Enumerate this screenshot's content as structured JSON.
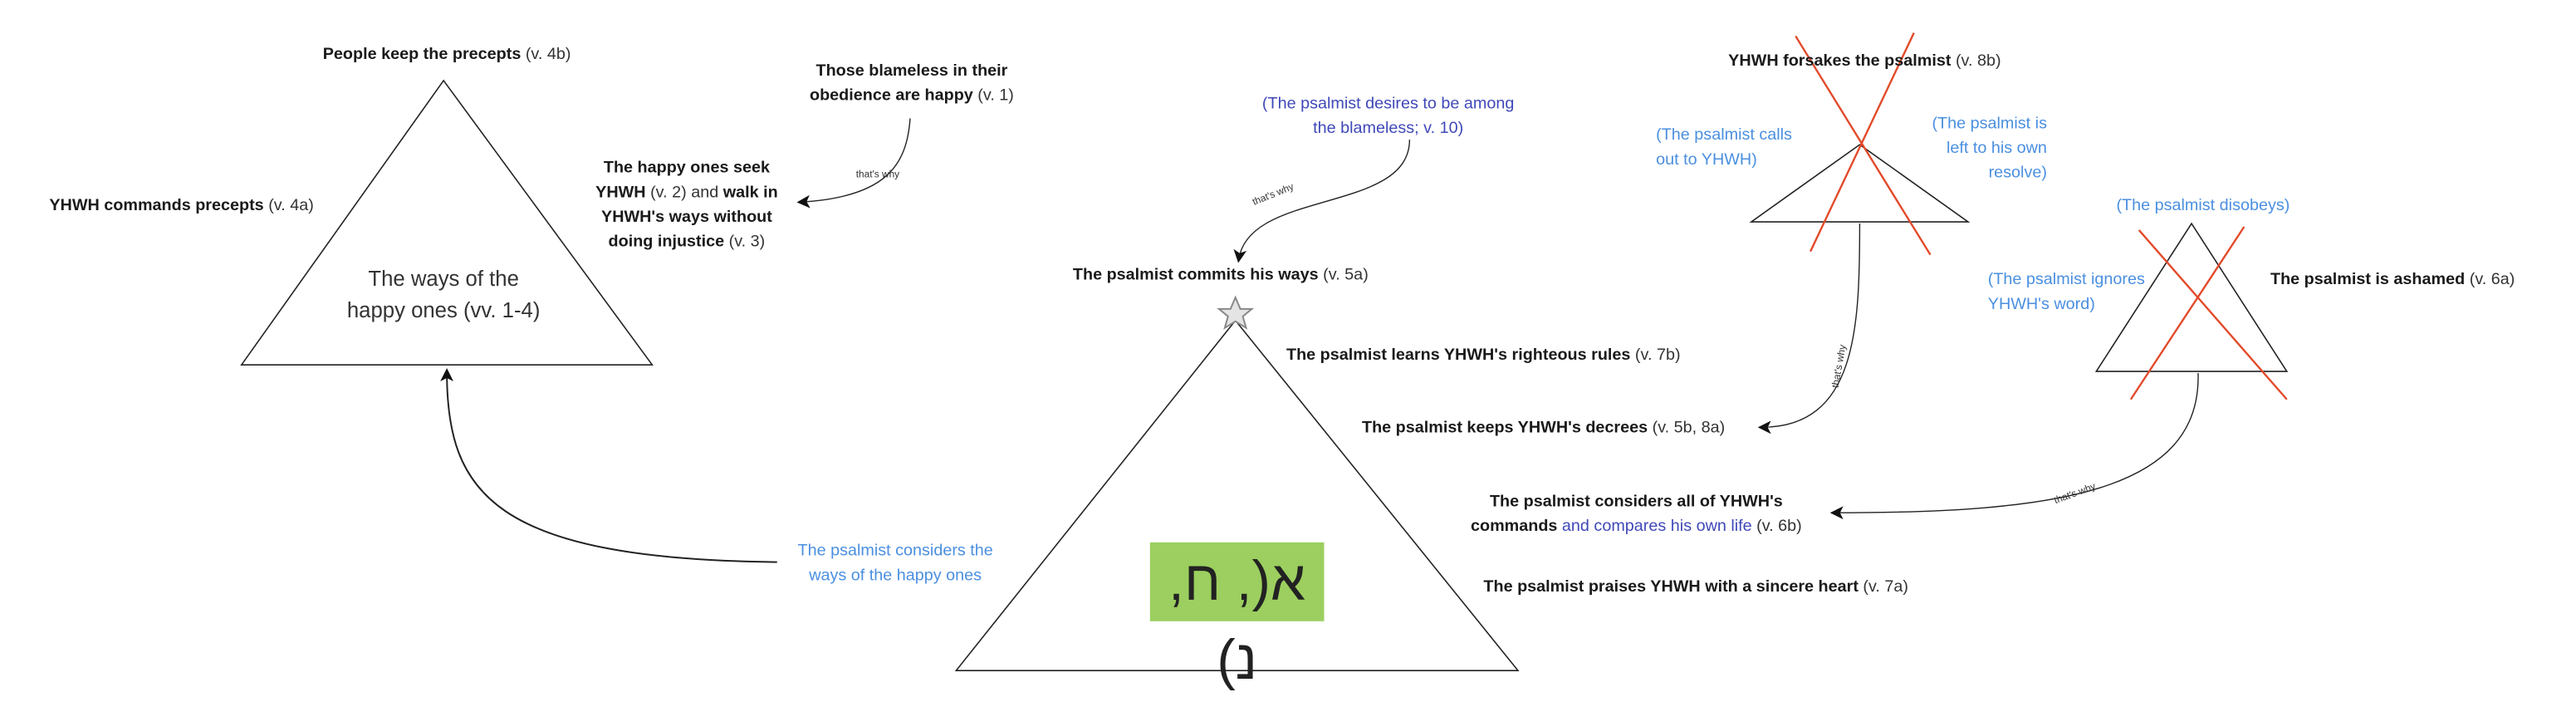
{
  "colors": {
    "accent_blue": "#4a8fe0",
    "dark_blue": "#3f48b8",
    "cross_red": "#e24a2a",
    "hebrew_bg": "#9ccf5f"
  },
  "connector_label": "that's why",
  "happy_ones": {
    "triangle_label_1": "The ways of the",
    "triangle_label_2": "happy ones (vv. 1-4)",
    "top": {
      "bold": "People keep the precepts",
      "ref": "(v. 4b)"
    },
    "left": {
      "bold": "YHWH commands precepts",
      "ref": "(v. 4a)"
    },
    "blameless": {
      "bold1": "Those blameless in their",
      "bold2": "obedience are happy",
      "ref": "(v. 1)"
    },
    "seek": {
      "l1": "The happy ones seek",
      "l2b": "YHWH",
      "l2n": "(v. 2) and",
      "l2b2": "walk in",
      "l3": "YHWH's ways without",
      "l4b": "doing injustice",
      "l4n": "(v. 3)"
    },
    "considers_1": "The psalmist considers the",
    "considers_2": "ways of the happy ones"
  },
  "psalmist": {
    "hebrew": "א(, ח, נ)",
    "desire_1": "(The psalmist desires to be among",
    "desire_2": "the blameless; v. 10)",
    "commits": {
      "bold": "The psalmist commits his ways",
      "ref": "(v. 5a)"
    },
    "learns": {
      "bold": "The psalmist learns YHWH's righteous rules",
      "ref": "(v. 7b)"
    },
    "keeps": {
      "bold": "The psalmist keeps YHWH's decrees",
      "ref": "(v. 5b, 8a)"
    },
    "considers": {
      "l1": "The psalmist considers all of YHWH's",
      "l2b": "commands",
      "l2blue": "and compares his own life",
      "ref": "(v. 6b)"
    },
    "praises": {
      "bold": "The psalmist praises YHWH with a sincere heart",
      "ref": "(v. 7a)"
    }
  },
  "forsaken": {
    "top": {
      "bold": "YHWH forsakes the psalmist",
      "ref": "(v. 8b)"
    },
    "calls_1": "(The psalmist calls",
    "calls_2": "out to YHWH)",
    "left_1": "(The psalmist is",
    "left_2": "left to his own",
    "left_3": "resolve)"
  },
  "ashamed": {
    "disobeys": "(The psalmist disobeys)",
    "ignores_1": "(The psalmist ignores",
    "ignores_2": "YHWH's word)",
    "right": {
      "bold": "The psalmist is ashamed",
      "ref": "(v. 6a)"
    }
  }
}
